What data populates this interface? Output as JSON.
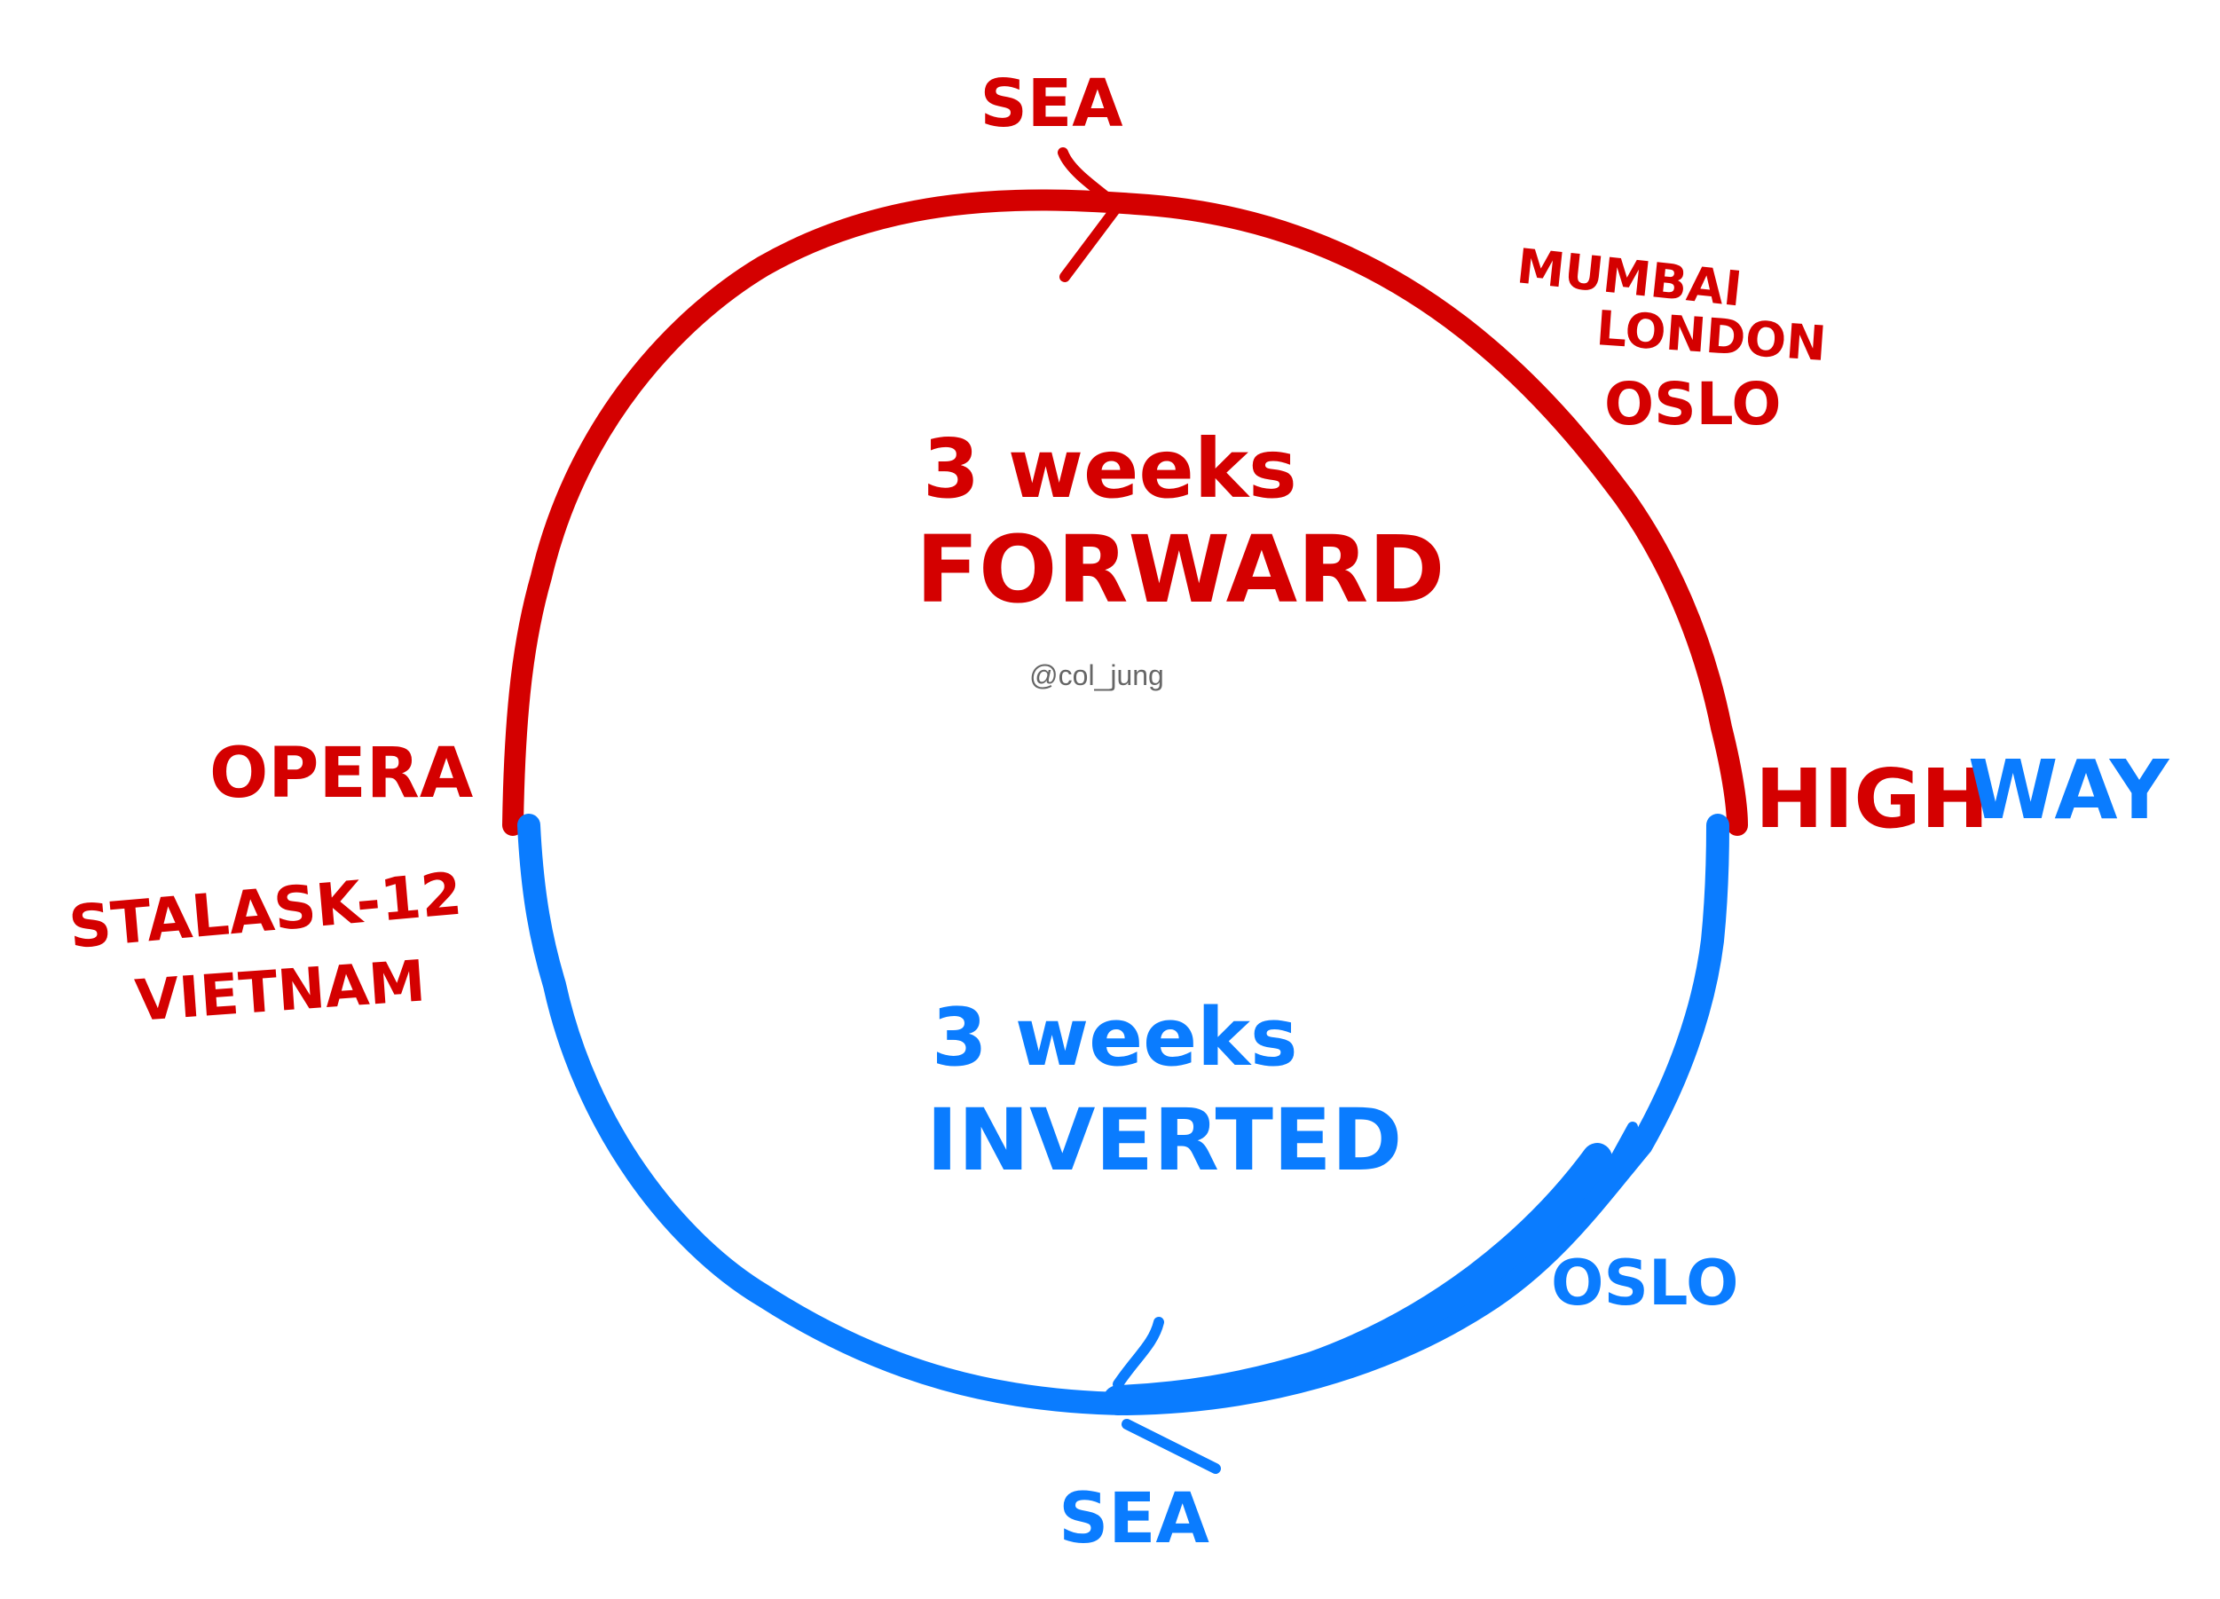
{
  "colors": {
    "forward": "#d40000",
    "inverted": "#0a7cff",
    "watermark": "#666666",
    "background": "#ffffff"
  },
  "forward": {
    "duration": "3 weeks",
    "direction": "FORWARD",
    "places": {
      "top": "SEA",
      "upper_right": [
        "MUMBAI",
        "LONDON",
        "OSLO"
      ],
      "left": "OPERA",
      "lower_left": [
        "STALASK-12",
        "VIETNAM"
      ],
      "right_prefix": "HIGH"
    }
  },
  "inverted": {
    "duration": "3 weeks",
    "direction": "INVERTED",
    "places": {
      "right_suffix": "WAY",
      "lower_right": "OSLO",
      "bottom": "SEA"
    }
  },
  "watermark": "@col_jung"
}
